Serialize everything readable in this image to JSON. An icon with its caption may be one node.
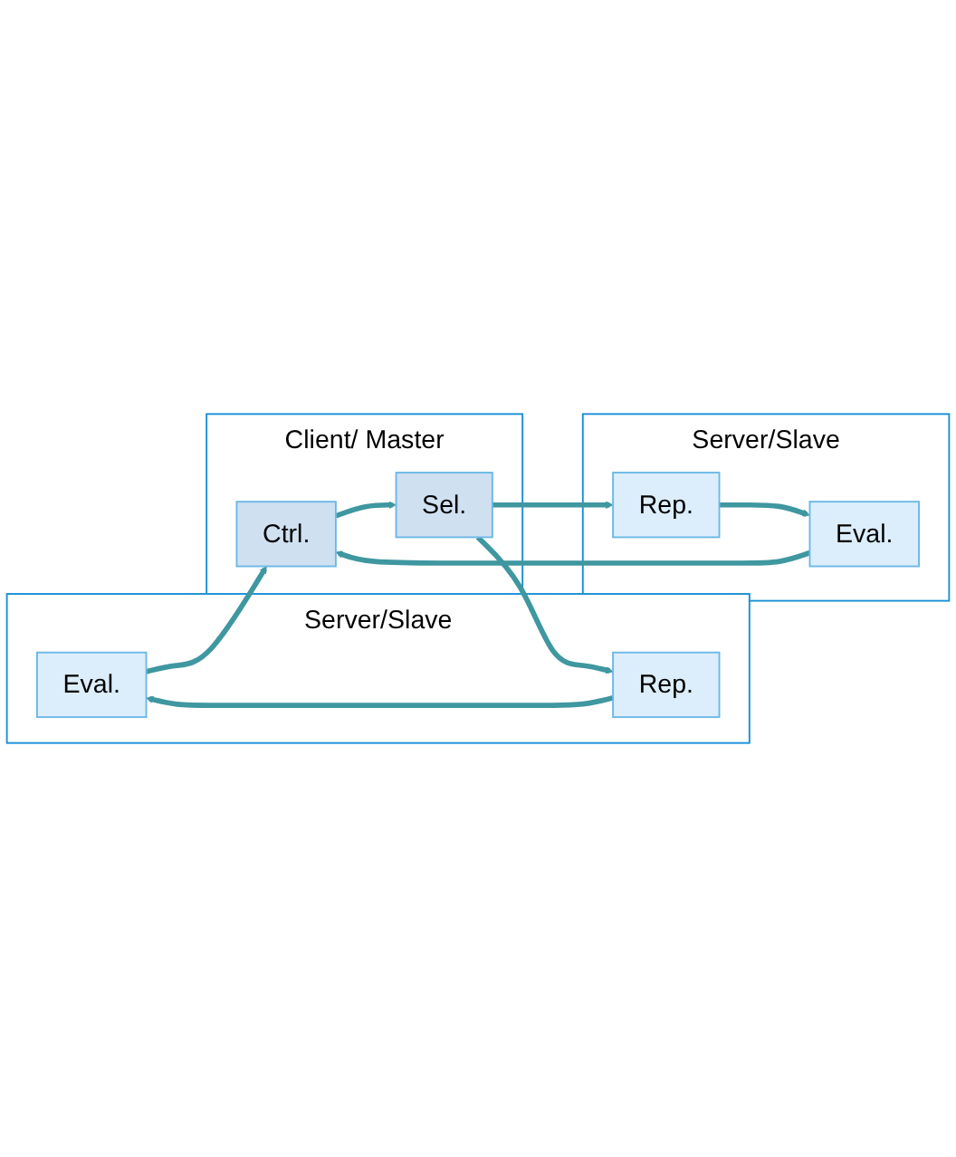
{
  "diagram": {
    "nodes": [
      {
        "text": [
          "Server/Slave"
        ]
      },
      {
        "text": [
          "Eval."
        ],
        "in": 0
      },
      {
        "text": [
          "Rep."
        ],
        "in": 0
      },
      {
        "text": [
          "Server/Slave"
        ]
      },
      {
        "text": [
          "Eval."
        ],
        "in": 3
      },
      {
        "text": [
          "Rep."
        ],
        "in": 3
      },
      {
        "text": [
          "Client/ Master"
        ]
      },
      {
        "text": [
          "Ctrl."
        ],
        "in": 6
      },
      {
        "text": [
          "Sel."
        ],
        "in": 6
      }
    ],
    "edges": [
      {
        "from": 2,
        "to": 1,
        "arrow": "to"
      },
      {
        "from": 1,
        "to": 7,
        "arrow": "to"
      },
      {
        "from": 8,
        "to": 2,
        "arrow": "to"
      },
      {
        "from": 4,
        "to": 7,
        "arrow": "to"
      },
      {
        "from": 8,
        "to": 5,
        "arrow": "to"
      },
      {
        "from": 7,
        "to": 8,
        "arrow": "to"
      },
      {
        "from": 5,
        "to": 4,
        "arrow": "to"
      }
    ]
  }
}
